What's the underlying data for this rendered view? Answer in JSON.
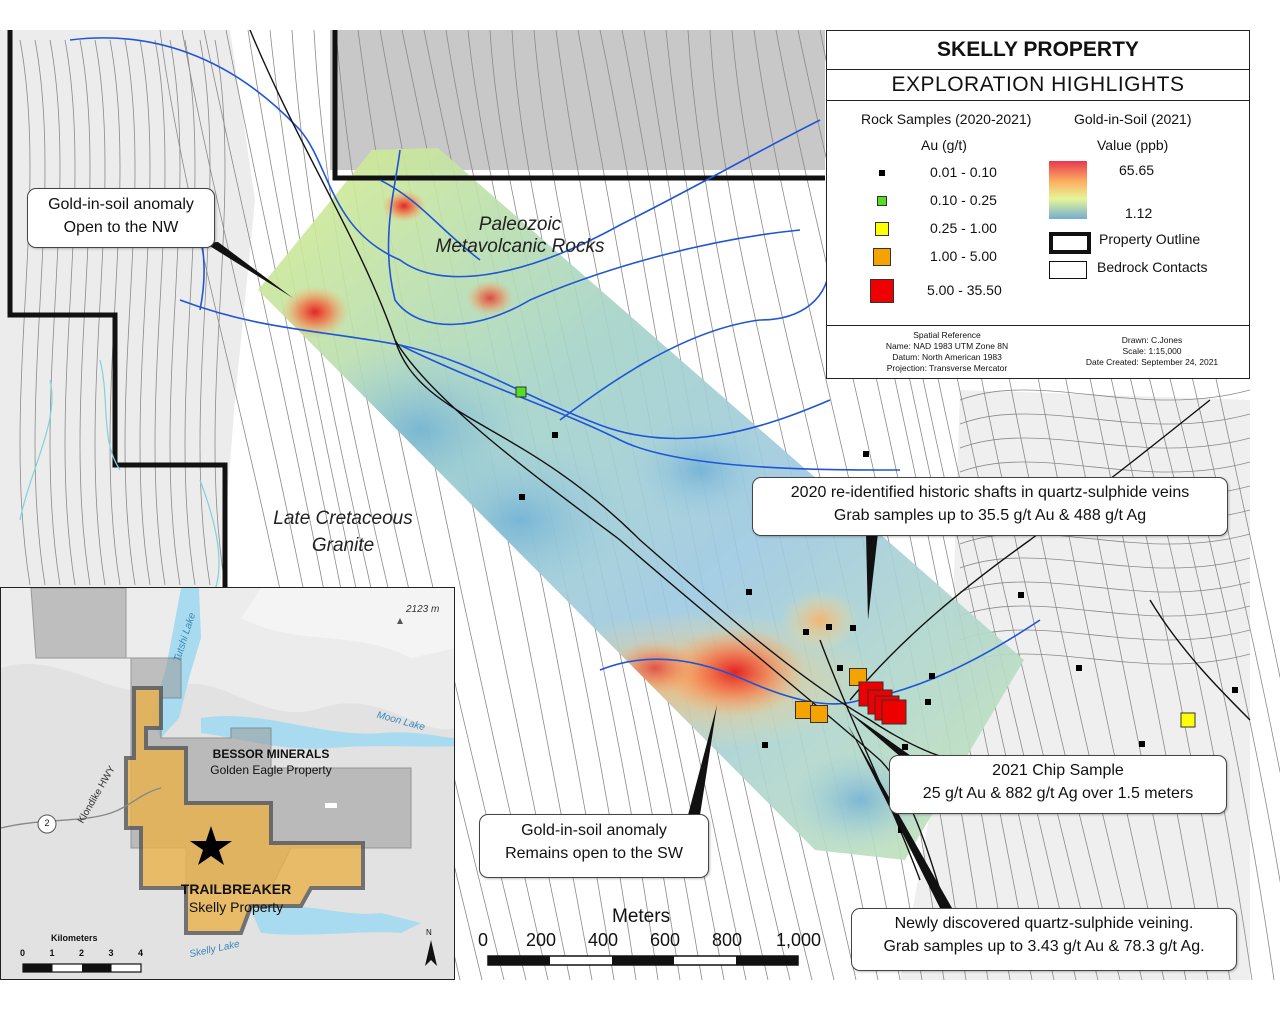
{
  "legend": {
    "title": "SKELLY PROPERTY",
    "subtitle": "EXPLORATION HIGHLIGHTS",
    "rock_heading": "Rock Samples (2020-2021)",
    "rock_unit": "Au (g/t)",
    "rock_classes": [
      {
        "label": "0.01 - 0.10",
        "color": "#000000"
      },
      {
        "label": "0.10 - 0.25",
        "color": "#55dd22"
      },
      {
        "label": "0.25 - 1.00",
        "color": "#ffff00"
      },
      {
        "label": "1.00 - 5.00",
        "color": "#f5a300"
      },
      {
        "label": "5.00 - 35.50",
        "color": "#ee0000"
      }
    ],
    "soil_heading": "Gold-in-Soil (2021)",
    "soil_unit": "Value (ppb)",
    "soil_max": "65.65",
    "soil_min": "1.12",
    "property_outline": "Property Outline",
    "bedrock_contacts": "Bedrock Contacts",
    "spatial_reference": {
      "heading": "Spatial Reference",
      "name": "Name: NAD 1983 UTM Zone 8N",
      "datum": "Datum: North American 1983",
      "projection": "Projection: Transverse Mercator"
    },
    "drawn": "Drawn: C.Jones",
    "scale": "Scale: 1:15,000",
    "date_created": "Date Created: September 24, 2021"
  },
  "labels": {
    "paleozoic_1": "Paleozoic",
    "paleozoic_2": "Metavolcanic Rocks",
    "granite_1": "Late Cretaceous",
    "granite_2": "Granite"
  },
  "callouts": {
    "nw_1": "Gold-in-soil anomaly",
    "nw_2": "Open to the NW",
    "shafts_1": "2020 re-identified historic shafts in quartz-sulphide veins",
    "shafts_2": "Grab samples up to 35.5 g/t Au & 488 g/t Ag",
    "chip_1": "2021 Chip Sample",
    "chip_2": "25 g/t Au & 882 g/t Ag  over 1.5 meters",
    "sw_1": "Gold-in-soil anomaly",
    "sw_2": "Remains open to the SW",
    "veining_1": "Newly discovered quartz-sulphide veining.",
    "veining_2": "Grab samples up to 3.43 g/t Au & 78.3 g/t Ag."
  },
  "scalebar": {
    "title": "Meters",
    "ticks": [
      "0",
      "200",
      "400",
      "600",
      "800",
      "1,000"
    ]
  },
  "inset": {
    "tutshi_lake": "Tutshi Lake",
    "moon_lake": "Moon Lake",
    "skelly_lake": "Skelly Lake",
    "klondike_hwy": "Klondike HWY",
    "highway_number": "2",
    "peak": "2123 m",
    "bessor_1": "BESSOR MINERALS",
    "bessor_2": "Golden Eagle Property",
    "trailbreaker_1": "TRAILBREAKER",
    "trailbreaker_2": "Skelly Property",
    "km_title": "Kilometers",
    "km_ticks": [
      "0",
      "1",
      "2",
      "3",
      "4"
    ],
    "north": "N"
  }
}
